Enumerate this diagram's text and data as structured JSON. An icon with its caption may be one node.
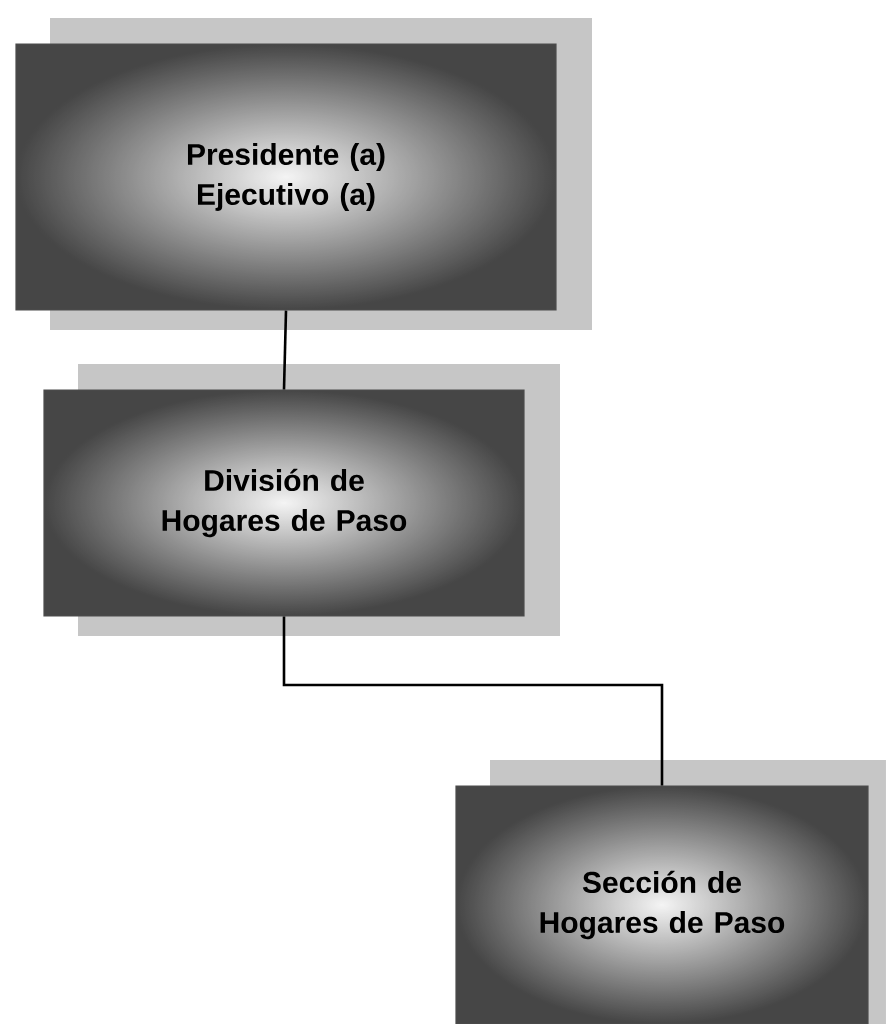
{
  "diagram": {
    "nodes": [
      {
        "text": [
          "Presidente (a) Ejecutivo (a)"
        ]
      },
      {
        "text": [
          "División de Hogares de Paso"
        ]
      },
      {
        "text": [
          "Sección de Hogares de Paso"
        ]
      }
    ],
    "edges": [
      {
        "from": 0,
        "to": 1,
        "arrow": "none"
      },
      {
        "from": 1,
        "to": 2,
        "arrow": "none"
      }
    ]
  }
}
